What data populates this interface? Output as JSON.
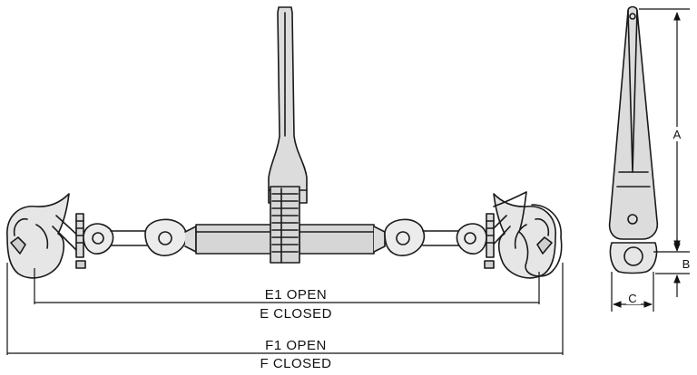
{
  "dimensions": {
    "e1": "E1  OPEN",
    "e": "E  CLOSED",
    "f1": "F1  OPEN",
    "f": "F  CLOSED",
    "a": "A",
    "b": "B",
    "c": "C"
  },
  "colors": {
    "line": "#1a1a1a",
    "hook_fill": "#e6e6e6",
    "body_fill": "#d6d6d6",
    "handle_fill": "#dcdcdc",
    "background": "#ffffff"
  }
}
